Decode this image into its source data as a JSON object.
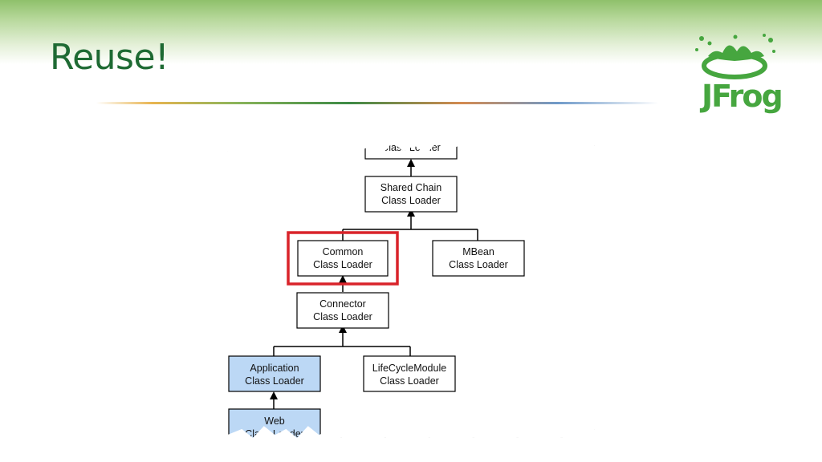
{
  "slide": {
    "title": "Reuse!"
  },
  "logo": {
    "text": "JFrog",
    "color": "#46a63f"
  },
  "diagram": {
    "nodes": [
      {
        "id": "classloader-top",
        "line1": "Class Loader",
        "line2": ""
      },
      {
        "id": "shared-chain",
        "line1": "Shared Chain",
        "line2": "Class Loader"
      },
      {
        "id": "common",
        "line1": "Common",
        "line2": "Class Loader",
        "highlighted": true
      },
      {
        "id": "mbean",
        "line1": "MBean",
        "line2": "Class Loader"
      },
      {
        "id": "connector",
        "line1": "Connector",
        "line2": "Class Loader"
      },
      {
        "id": "application",
        "line1": "Application",
        "line2": "Class Loader"
      },
      {
        "id": "lifecycle",
        "line1": "LifeCycleModule",
        "line2": "Class Loader"
      },
      {
        "id": "web",
        "line1": "Web",
        "line2": "Class Loader"
      }
    ],
    "highlight_color": "#d9232a",
    "shaded_fill": "#bcd8f5"
  }
}
